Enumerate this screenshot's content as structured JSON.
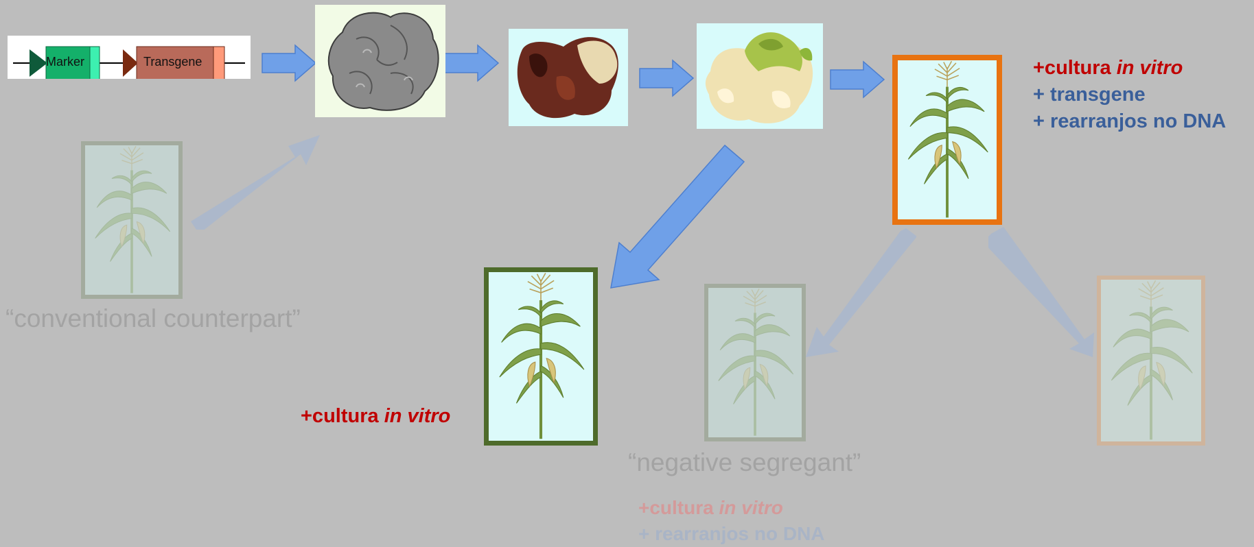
{
  "construct": {
    "marker_label": "Marker",
    "transgene_label": "Transgene"
  },
  "labels": {
    "top_right": {
      "line1_prefix": "+cultura ",
      "line1_italic": "in vitro",
      "line2": "+ transgene",
      "line3": "+ rearranjos no DNA"
    },
    "conventional": "“conventional counterpart”",
    "green_frame": {
      "prefix": "+cultura ",
      "italic": "in vitro"
    },
    "negative_segregant": "“negative segregant”",
    "bottom_faded": {
      "line1_prefix": "+cultura ",
      "line1_italic": "in vitro",
      "line2": "+ rearranjos no DNA"
    }
  },
  "colors": {
    "background": "#bdbdbd",
    "arrow_blue": "#6fa0e8",
    "frame_orange": "#e87311",
    "frame_green": "#4e6b2b",
    "text_red": "#c00000",
    "text_blue": "#3a5f9a",
    "marker_green": "#14b06a",
    "transgene_brown": "#b96a5a"
  },
  "icons": [
    "maize-plant-icon",
    "tissue-culture-photo",
    "callus-photo",
    "regenerating-callus-photo",
    "arrow-right-icon",
    "arrow-diagonal-icon"
  ]
}
